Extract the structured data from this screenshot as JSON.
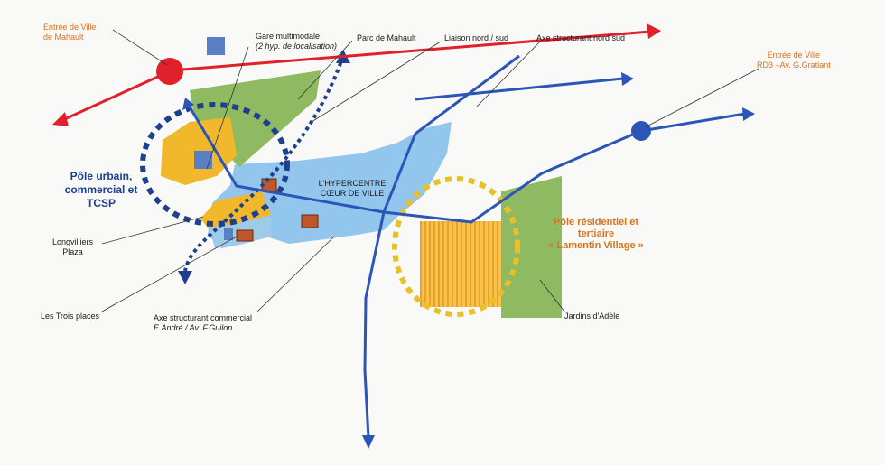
{
  "labels": {
    "entree_mahault_1": "Entrée de Ville",
    "entree_mahault_2": "de Mahault",
    "gare_1": "Gare multimodale",
    "gare_2": "(2 hyp. de localisation)",
    "parc": "Parc de Mahault",
    "liaison": "Liaison nord  /  sud",
    "axe_nord_sud": "Axe structurant nord sud",
    "entree_rd3_1": "Entrée de Ville",
    "entree_rd3_2": "RD3 –Av. G.Gratiant",
    "pole_urbain_1": "Pôle urbain,",
    "pole_urbain_2": "commercial et",
    "pole_urbain_3": "TCSP",
    "hypercentre_1": "L'HYPERCENTRE",
    "hypercentre_2": "CŒUR DE VILLE",
    "longvilliers_1": "Longvilliers",
    "longvilliers_2": "Plaza",
    "trois_places": "Les Trois places",
    "axe_comm_1": "Axe structurant commercial",
    "axe_comm_2": "E.André  /  Av. F.Guilon",
    "pole_res_1": "Pôle résidentiel et",
    "pole_res_2": "tertiaire",
    "pole_res_3": "« Lamentin Village »",
    "jardins": "Jardins d'Adèle"
  },
  "colors": {
    "red_axis": "#e0202a",
    "blue_axis": "#2c55b8",
    "light_blue": "#86c0ea",
    "green": "#8fba62",
    "yellow": "#f0b82a",
    "dark_blue_dots": "#1f3f8f",
    "orange_text": "#d8731c",
    "blue_text": "#1f3f8f"
  }
}
